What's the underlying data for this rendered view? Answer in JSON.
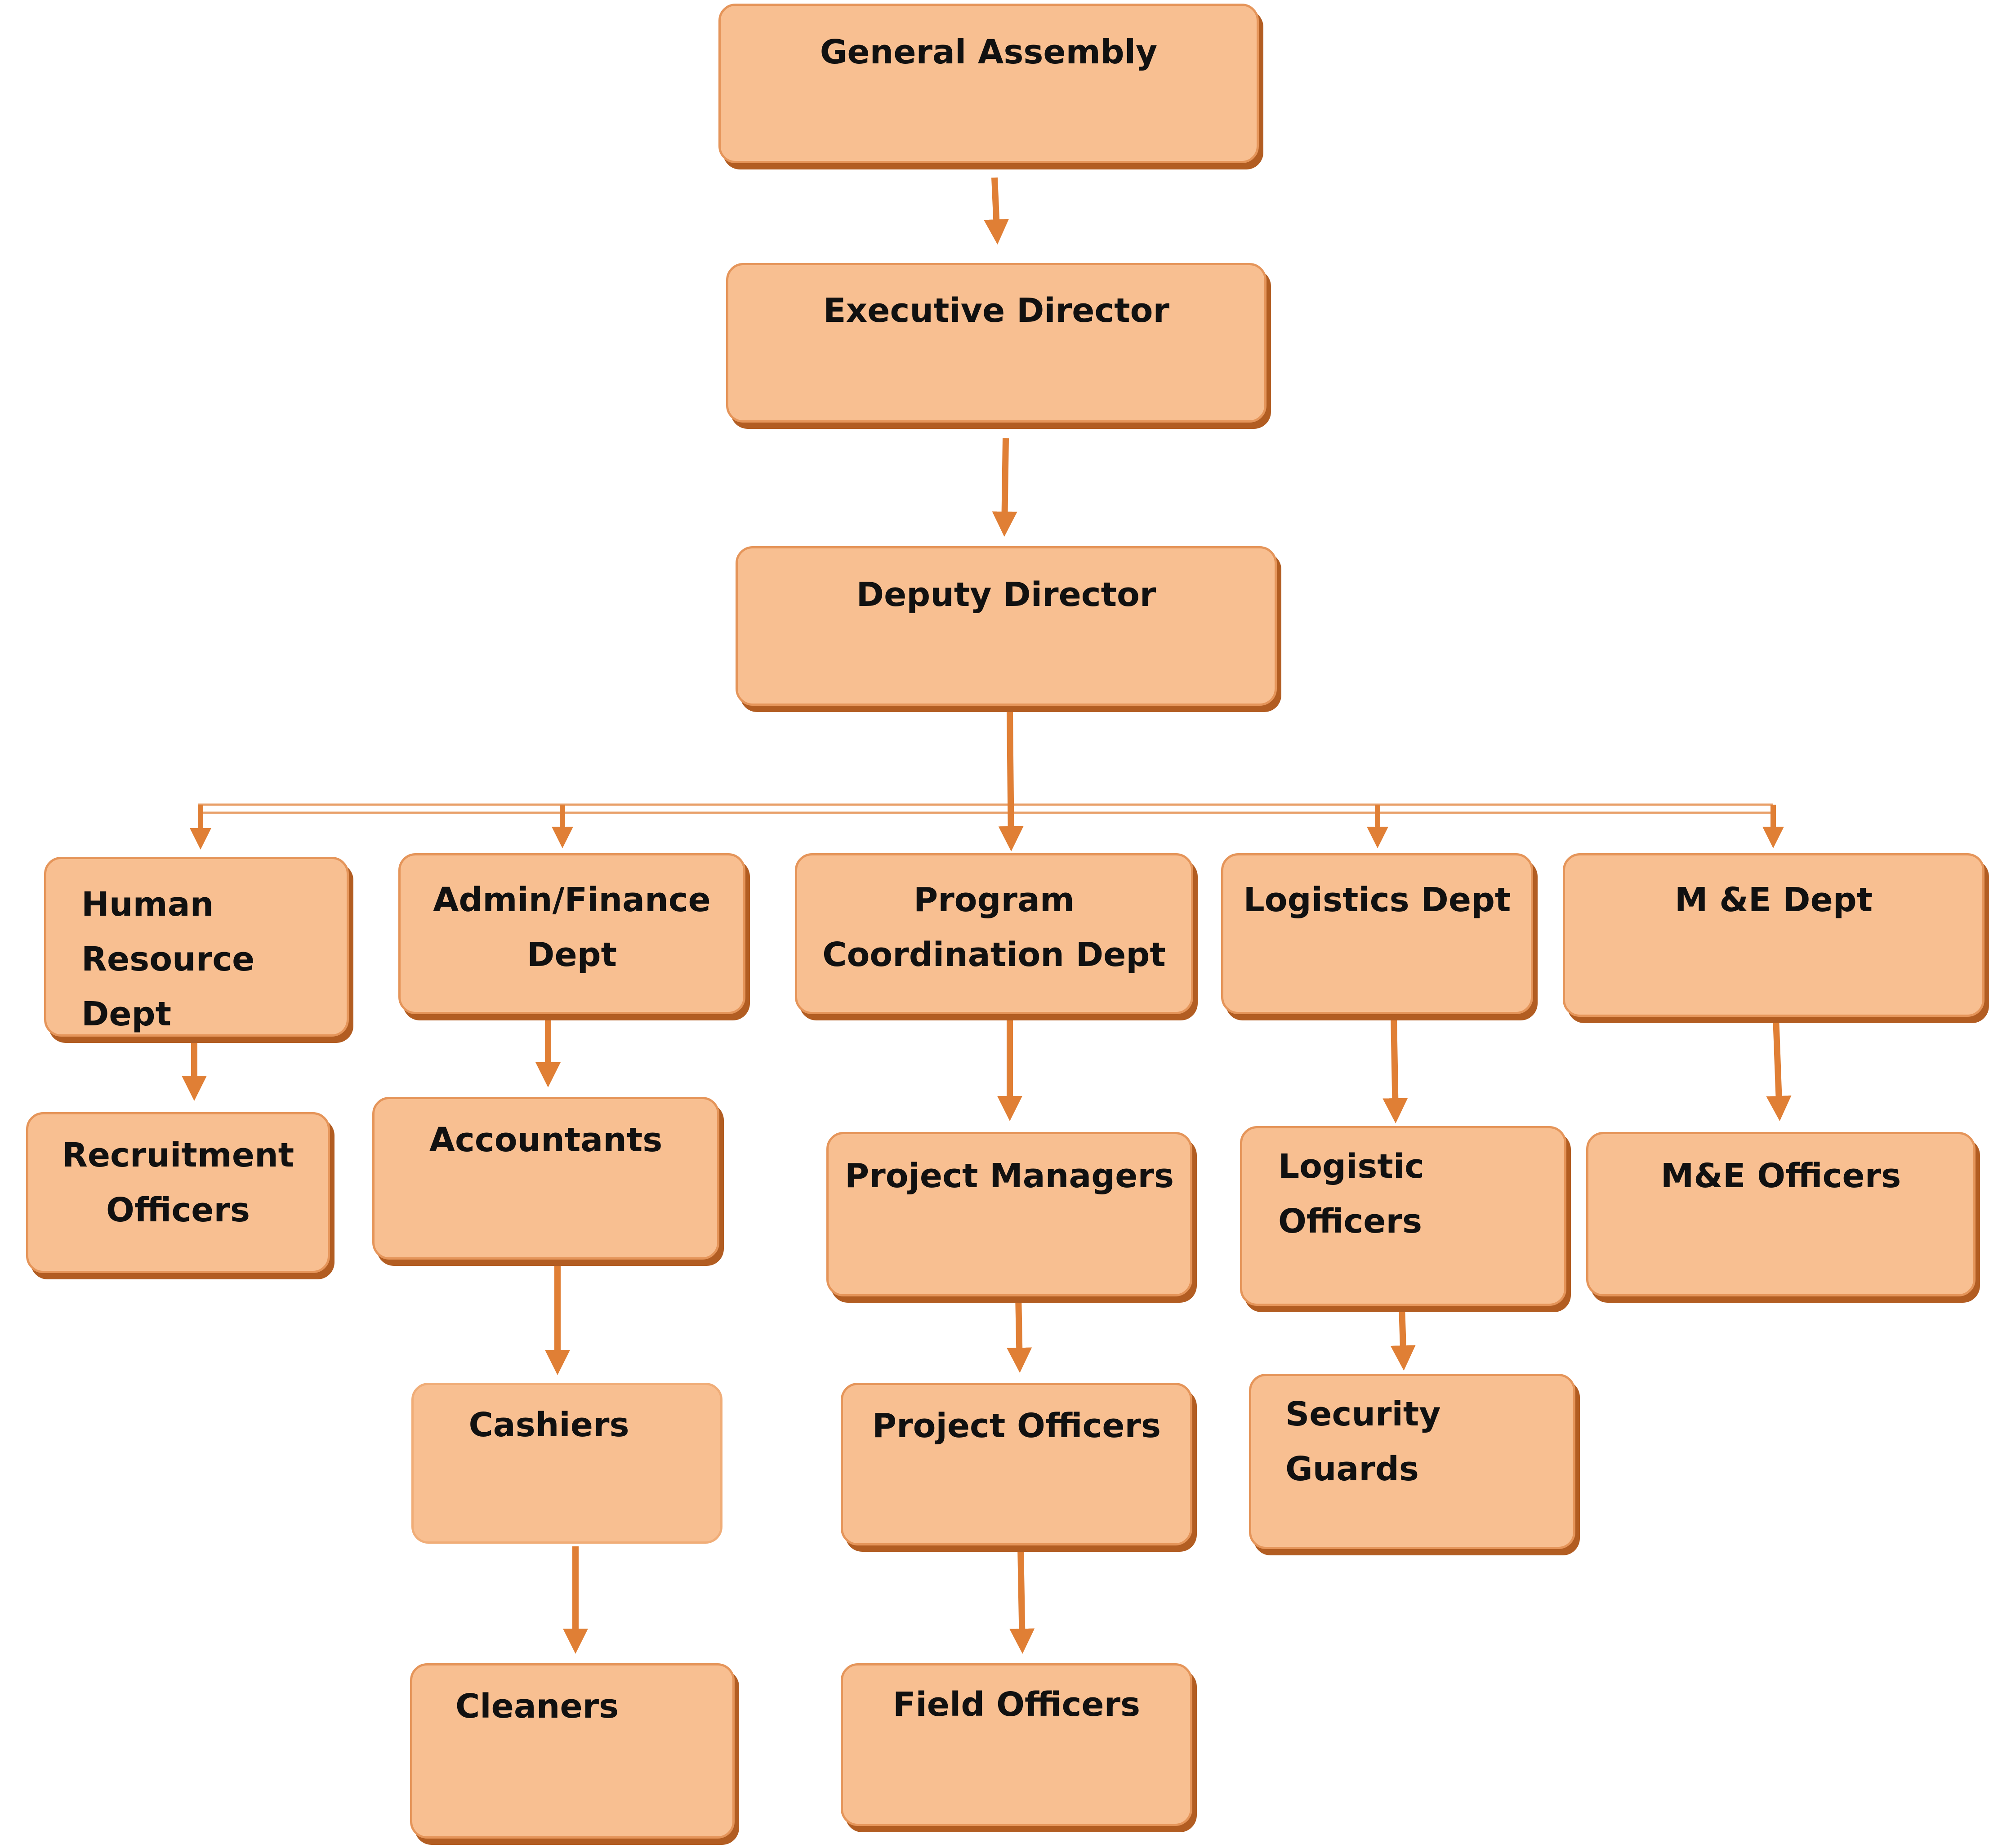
{
  "nodes": {
    "general_assembly": "General Assembly",
    "executive_director": "Executive Director",
    "deputy_director": "Deputy Director",
    "human_resource_dept": "Human\nResource\nDept",
    "admin_finance_dept": "Admin/Finance\nDept",
    "program_coordination_dept": "Program\nCoordination Dept",
    "logistics_dept": "Logistics Dept",
    "me_dept": "M &E Dept",
    "recruitment_officers": "Recruitment\nOfficers",
    "accountants": "Accountants",
    "cashiers": "Cashiers",
    "cleaners": "Cleaners",
    "project_managers": "Project Managers",
    "project_officers": "Project Officers",
    "field_officers": "Field Officers",
    "logistic_officers": "Logistic\nOfficers",
    "security_guards": "Security\nGuards",
    "me_officers": "M&E Officers"
  },
  "edges": [
    [
      "general_assembly",
      "executive_director"
    ],
    [
      "executive_director",
      "deputy_director"
    ],
    [
      "deputy_director",
      "human_resource_dept"
    ],
    [
      "deputy_director",
      "admin_finance_dept"
    ],
    [
      "deputy_director",
      "program_coordination_dept"
    ],
    [
      "deputy_director",
      "logistics_dept"
    ],
    [
      "deputy_director",
      "me_dept"
    ],
    [
      "human_resource_dept",
      "recruitment_officers"
    ],
    [
      "admin_finance_dept",
      "accountants"
    ],
    [
      "accountants",
      "cashiers"
    ],
    [
      "cashiers",
      "cleaners"
    ],
    [
      "program_coordination_dept",
      "project_managers"
    ],
    [
      "project_managers",
      "project_officers"
    ],
    [
      "project_officers",
      "field_officers"
    ],
    [
      "logistics_dept",
      "logistic_officers"
    ],
    [
      "logistic_officers",
      "security_guards"
    ],
    [
      "me_dept",
      "me_officers"
    ]
  ],
  "colors": {
    "box_fill": "#f8bf91",
    "box_border": "#e5955a",
    "box_shadow": "#b25d22",
    "connector": "#e07f35"
  }
}
